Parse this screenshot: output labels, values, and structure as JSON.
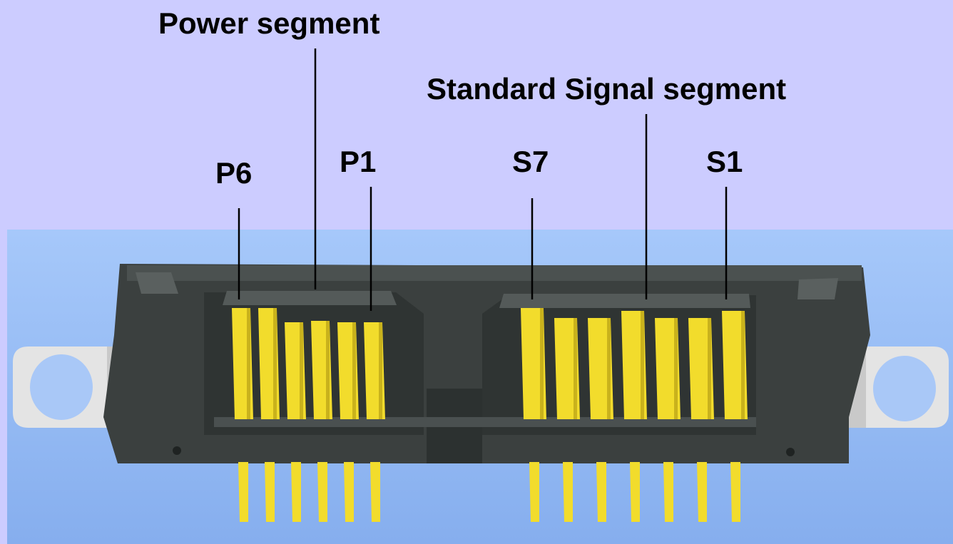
{
  "labels": {
    "power_segment": "Power segment",
    "signal_segment": "Standard Signal segment",
    "p6": "P6",
    "p1": "P1",
    "s7": "S7",
    "s1": "S1"
  },
  "colors": {
    "upper_background": "#ccccff",
    "lower_background": "#93b9f3",
    "connector_body": "#3e4443",
    "pin_gold": "#f2dc2c",
    "mounting_tab": "#e6e6e6"
  },
  "connector": {
    "power_pins": 6,
    "signal_pins": 7
  }
}
